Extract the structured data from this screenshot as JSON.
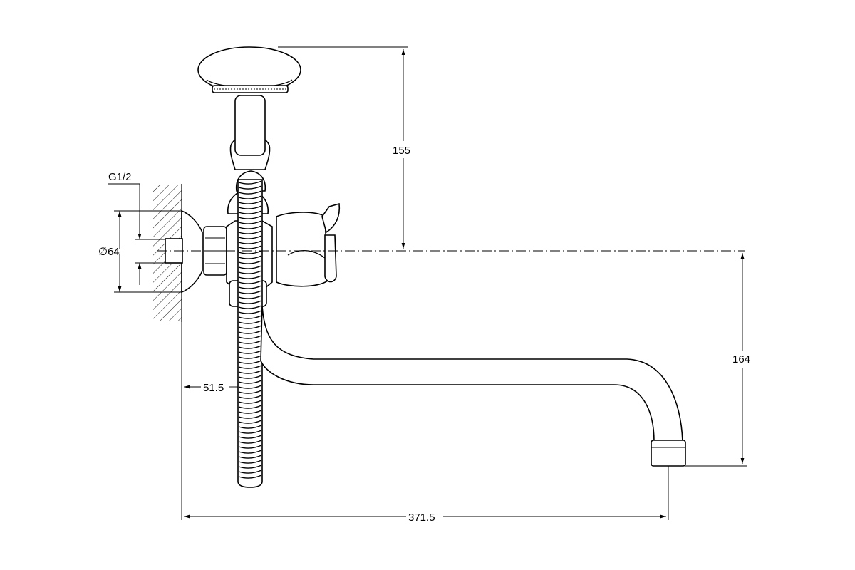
{
  "dimensions": {
    "thread": "G1/2",
    "flange_diameter": "∅64",
    "wall_offset": "51.5",
    "spout_length": "371.5",
    "shower_height": "155",
    "spout_height": "164"
  }
}
